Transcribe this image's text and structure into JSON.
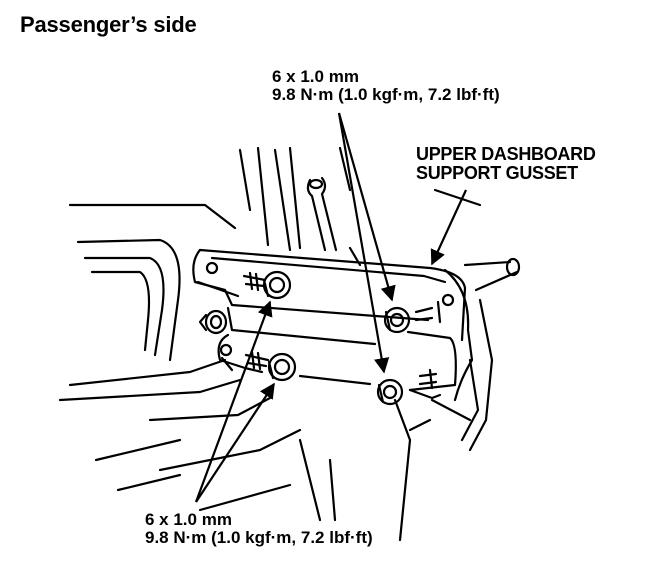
{
  "title": "Passenger’s side",
  "bolt_spec_top": {
    "size": "6 x 1.0 mm",
    "torque": "9.8 N·m (1.0 kgf·m, 7.2 lbf·ft)"
  },
  "bolt_spec_bottom": {
    "size": "6 x 1.0 mm",
    "torque": "9.8 N·m (1.0 kgf·m, 7.2 lbf·ft)"
  },
  "part_label": {
    "line1": "UPPER DASHBOARD",
    "line2": "SUPPORT GUSSET"
  }
}
